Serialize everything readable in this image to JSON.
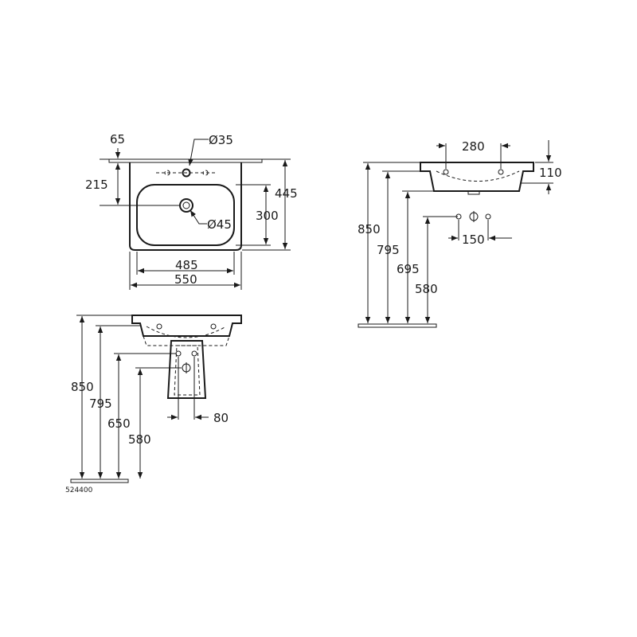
{
  "top_view": {
    "dim_65": "65",
    "dim_dia35": "Ø35",
    "dim_215": "215",
    "dim_445": "445",
    "dim_300": "300",
    "dim_dia45": "Ø45",
    "dim_485": "485",
    "dim_550": "550"
  },
  "side_view": {
    "dim_280": "280",
    "dim_110": "110",
    "dim_850": "850",
    "dim_795": "795",
    "dim_695": "695",
    "dim_580": "580",
    "dim_150": "150"
  },
  "front_view": {
    "dim_850": "850",
    "dim_795": "795",
    "dim_650": "650",
    "dim_580": "580",
    "dim_80": "80"
  },
  "article_number": "524400"
}
